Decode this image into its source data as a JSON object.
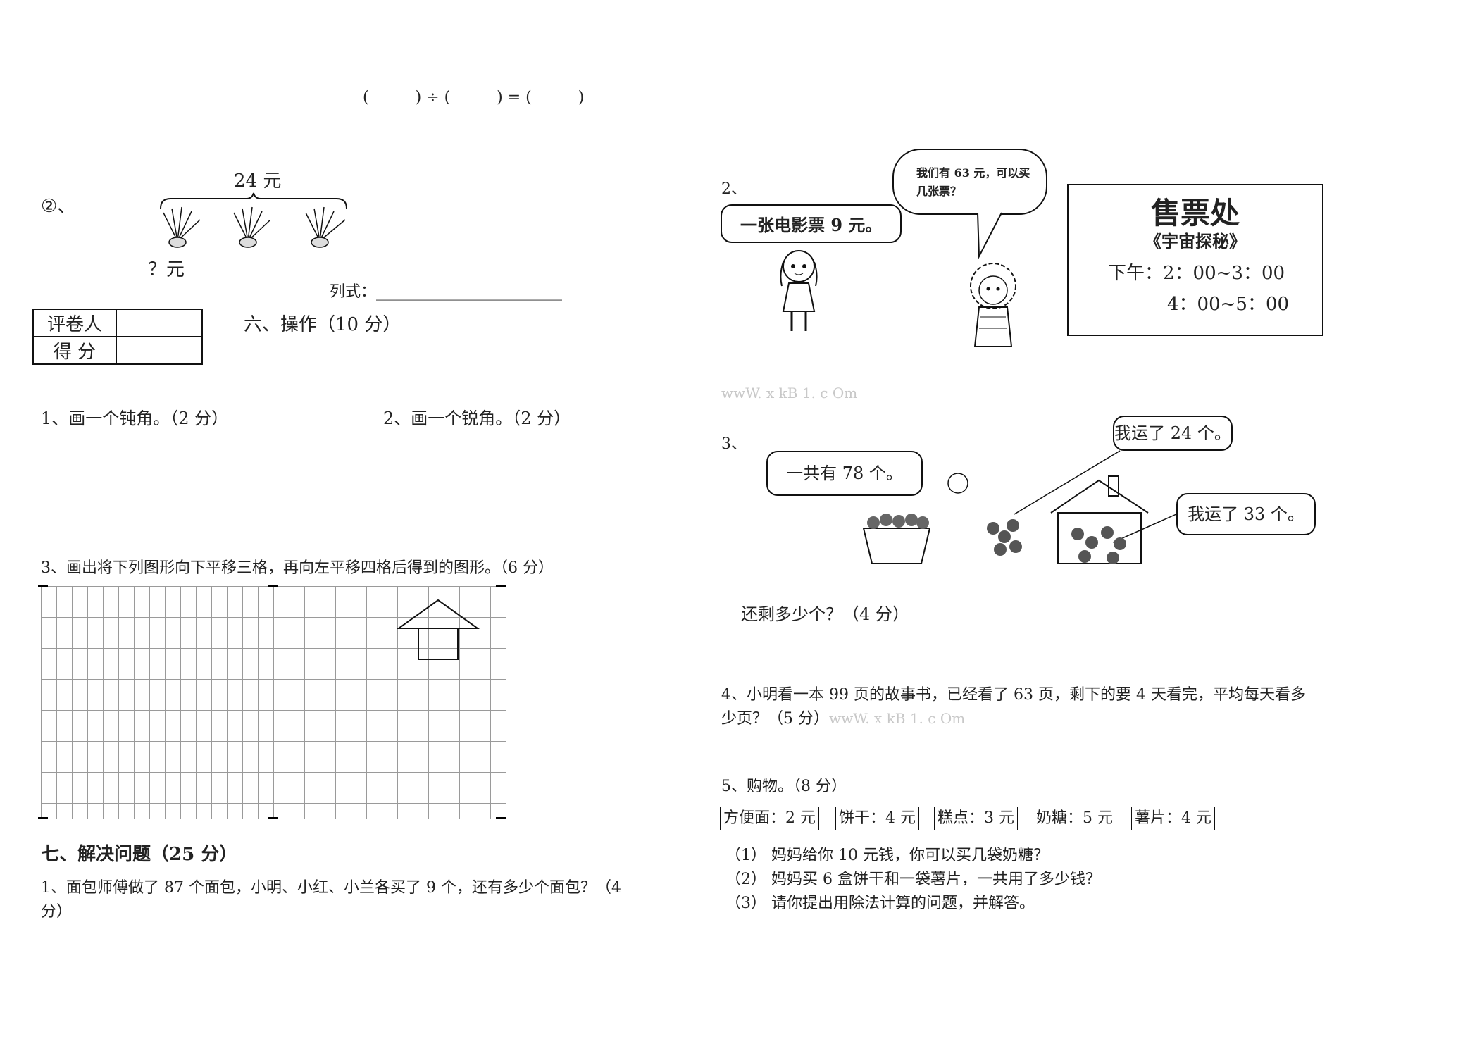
{
  "left": {
    "equation_top": "(　　　) ÷ (　　　) = (　　　)",
    "q2_marker": "②、",
    "q2_total": "24 元",
    "q2_unknown": "？元",
    "q2_formula": "列式：________________________",
    "score_table": {
      "row1": "评卷人",
      "row2": "得  分"
    },
    "section6_title": "六、操作（10 分）",
    "q6_1": "1、画一个钝角。（2 分）",
    "q6_2": "2、画一个锐角。（2 分）",
    "q6_3": "3、画出将下列图形向下平移三格，再向左平移四格后得到的图形。（6 分）",
    "section7_title": "七、解决问题（25 分）",
    "q7_1_line1": "1、面包师傅做了 87 个面包，小明、小红、小兰各买了 9 个，还有多少个面包？（4",
    "q7_1_line2": "分）"
  },
  "right": {
    "q2_marker": "2、",
    "bubble_girl": "一张电影票 9 元。",
    "bubble_boy_line1": "我们有 63 元，可以买",
    "bubble_boy_line2": "几张票？",
    "ticket_office": {
      "title": "售票处",
      "movie": "《宇宙探秘》",
      "time1": "下午：2：00~3：00",
      "time2": "4：00~5：00"
    },
    "watermark1": "wwW. x kB 1. c Om",
    "q3_marker": "3、",
    "bubble_total": "一共有 78 个。",
    "bubble_24": "我运了 24 个。",
    "bubble_33": "我运了 33 个。",
    "q3_question": "还剩多少个？（4 分）",
    "q4_line1": "4、小明看一本 99 页的故事书，已经看了 63 页，剩下的要 4 天看完，平均每天看多",
    "q4_line2": "少页？（5 分）",
    "watermark2": "wwW. x kB 1. c Om",
    "q5_title": "5、购物。（8 分）",
    "prices": [
      "方便面：2 元",
      "饼干：4 元",
      "糕点：3 元",
      "奶糖：5 元",
      "薯片：4 元"
    ],
    "q5_sub1": "（1）  妈妈给你 10 元钱，你可以买几袋奶糖？",
    "q5_sub2": "（2）  妈妈买 6 盒饼干和一袋薯片，一共用了多少钱？",
    "q5_sub3": "（3）  请你提出用除法计算的问题，并解答。"
  }
}
